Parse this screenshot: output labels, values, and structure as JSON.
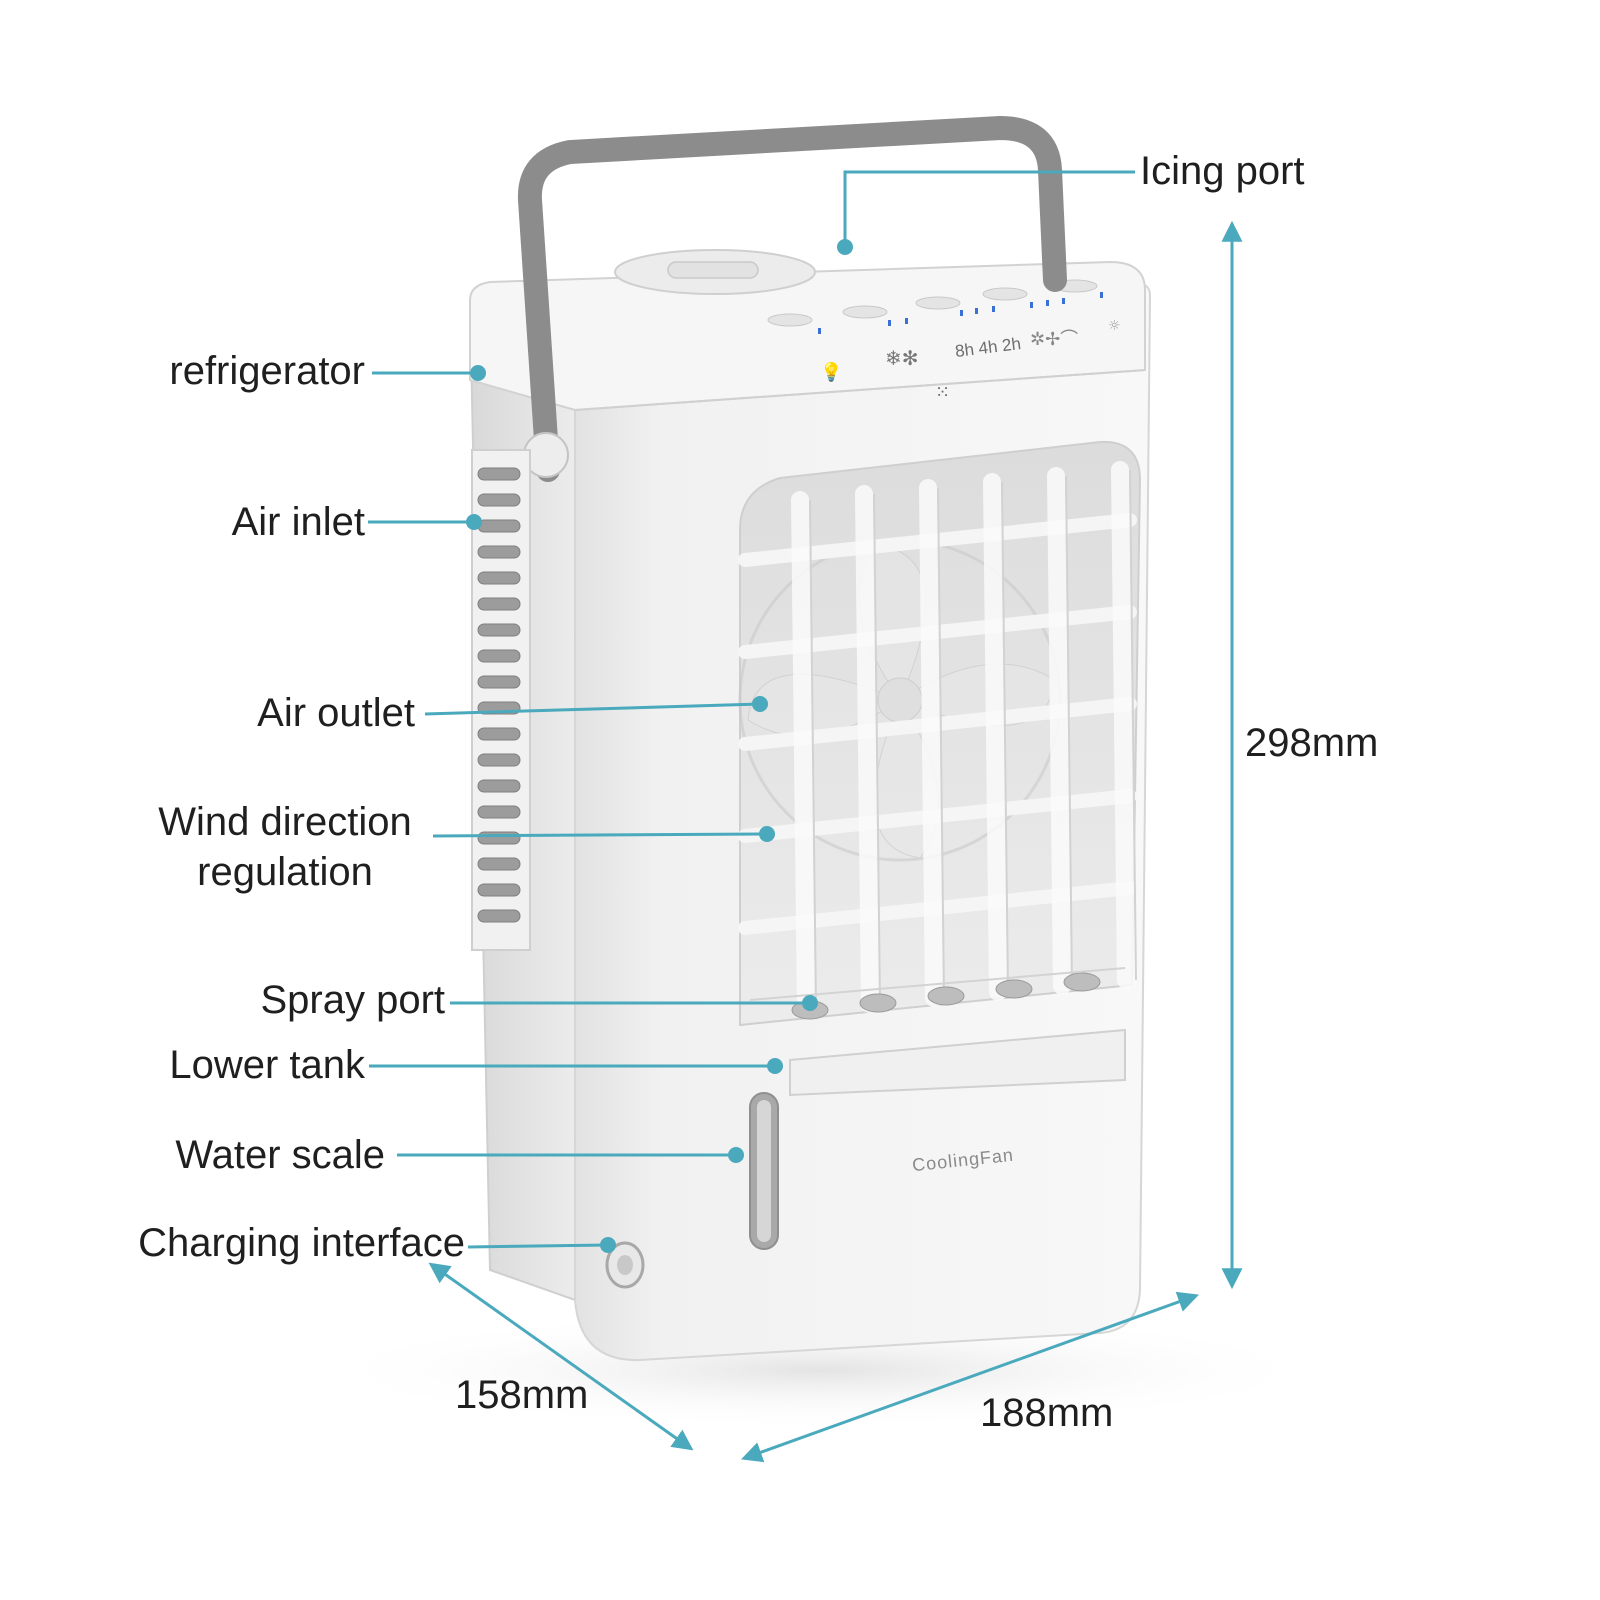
{
  "labels": {
    "icing_port": "Icing port",
    "refrigerator": "refrigerator",
    "air_inlet": "Air inlet",
    "air_outlet": "Air outlet",
    "wind_direction_line1": "Wind direction",
    "wind_direction_line2": "regulation",
    "spray_port": "Spray port",
    "lower_tank": "Lower tank",
    "water_scale": "Water scale",
    "charging_interface": "Charging interface"
  },
  "dimensions": {
    "height": "298mm",
    "depth": "158mm",
    "width": "188mm"
  },
  "device": {
    "brand": "CoolingFan",
    "timer_marks": "8h 4h 2h"
  },
  "colors": {
    "callout": "#4aa9bd",
    "dimension_arrow": "#4aa9bd",
    "body": "#f4f4f4",
    "handle": "#8c8c8c"
  }
}
